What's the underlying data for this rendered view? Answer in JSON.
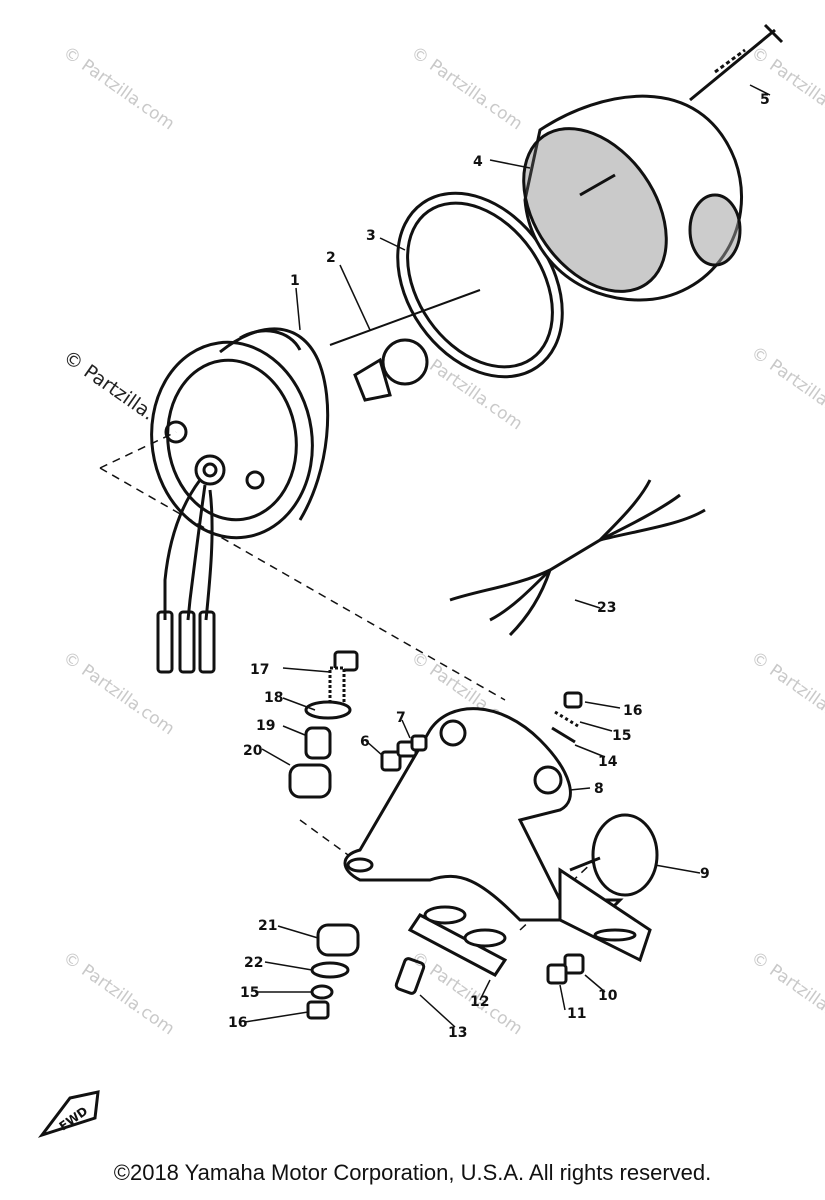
{
  "watermark": "© Partzilla.com",
  "callouts": [
    "1",
    "2",
    "3",
    "4",
    "5",
    "6",
    "7",
    "8",
    "9",
    "10",
    "11",
    "12",
    "13",
    "14",
    "15",
    "16",
    "17",
    "18",
    "19",
    "20",
    "21",
    "22",
    "23"
  ],
  "arrow_label": "FWD",
  "footer": {
    "copyright": "©2018  Yamaha Motor Corporation, U.S.A. All rights reserved."
  }
}
